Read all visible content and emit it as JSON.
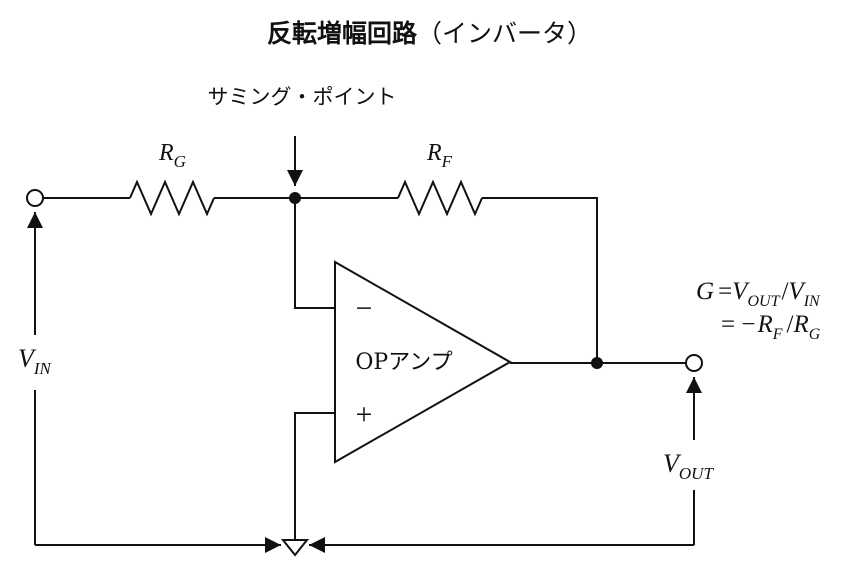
{
  "title": {
    "main": "反転増幅回路",
    "paren": "（インバータ）"
  },
  "labels": {
    "summing_point": "サミング・ポイント",
    "rg": "R",
    "rg_sub": "G",
    "rf": "R",
    "rf_sub": "F",
    "vin": "V",
    "vin_sub": "IN",
    "vout": "V",
    "vout_sub": "OUT",
    "opamp": "OPアンプ",
    "minus": "−",
    "plus": "+"
  },
  "gain_formula": {
    "line1_g": "G",
    "line1_eq": "=",
    "line1_vout": "V",
    "line1_vout_sub": "OUT",
    "line1_slash": "/",
    "line1_vin": "V",
    "line1_vin_sub": "IN",
    "line2_eq": "= −",
    "line2_rf": "R",
    "line2_rf_sub": "F",
    "line2_slash": "/",
    "line2_rg": "R",
    "line2_rg_sub": "G"
  }
}
